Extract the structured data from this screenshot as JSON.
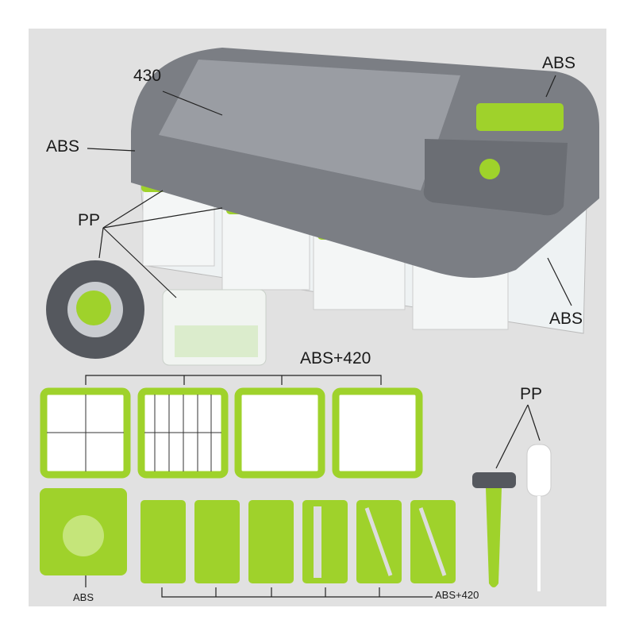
{
  "labels": {
    "lid_plate": "430",
    "top_right": "ABS",
    "left_lid": "ABS",
    "containers": "PP",
    "right_base": "ABS",
    "blades_top": "ABS+420",
    "peeler_brush": "PP",
    "holder": "ABS",
    "blades_bottom": "ABS+420"
  },
  "colors": {
    "accent": "#9fd22b",
    "body": "#7b7e84",
    "panel": "#e1e1e1"
  }
}
